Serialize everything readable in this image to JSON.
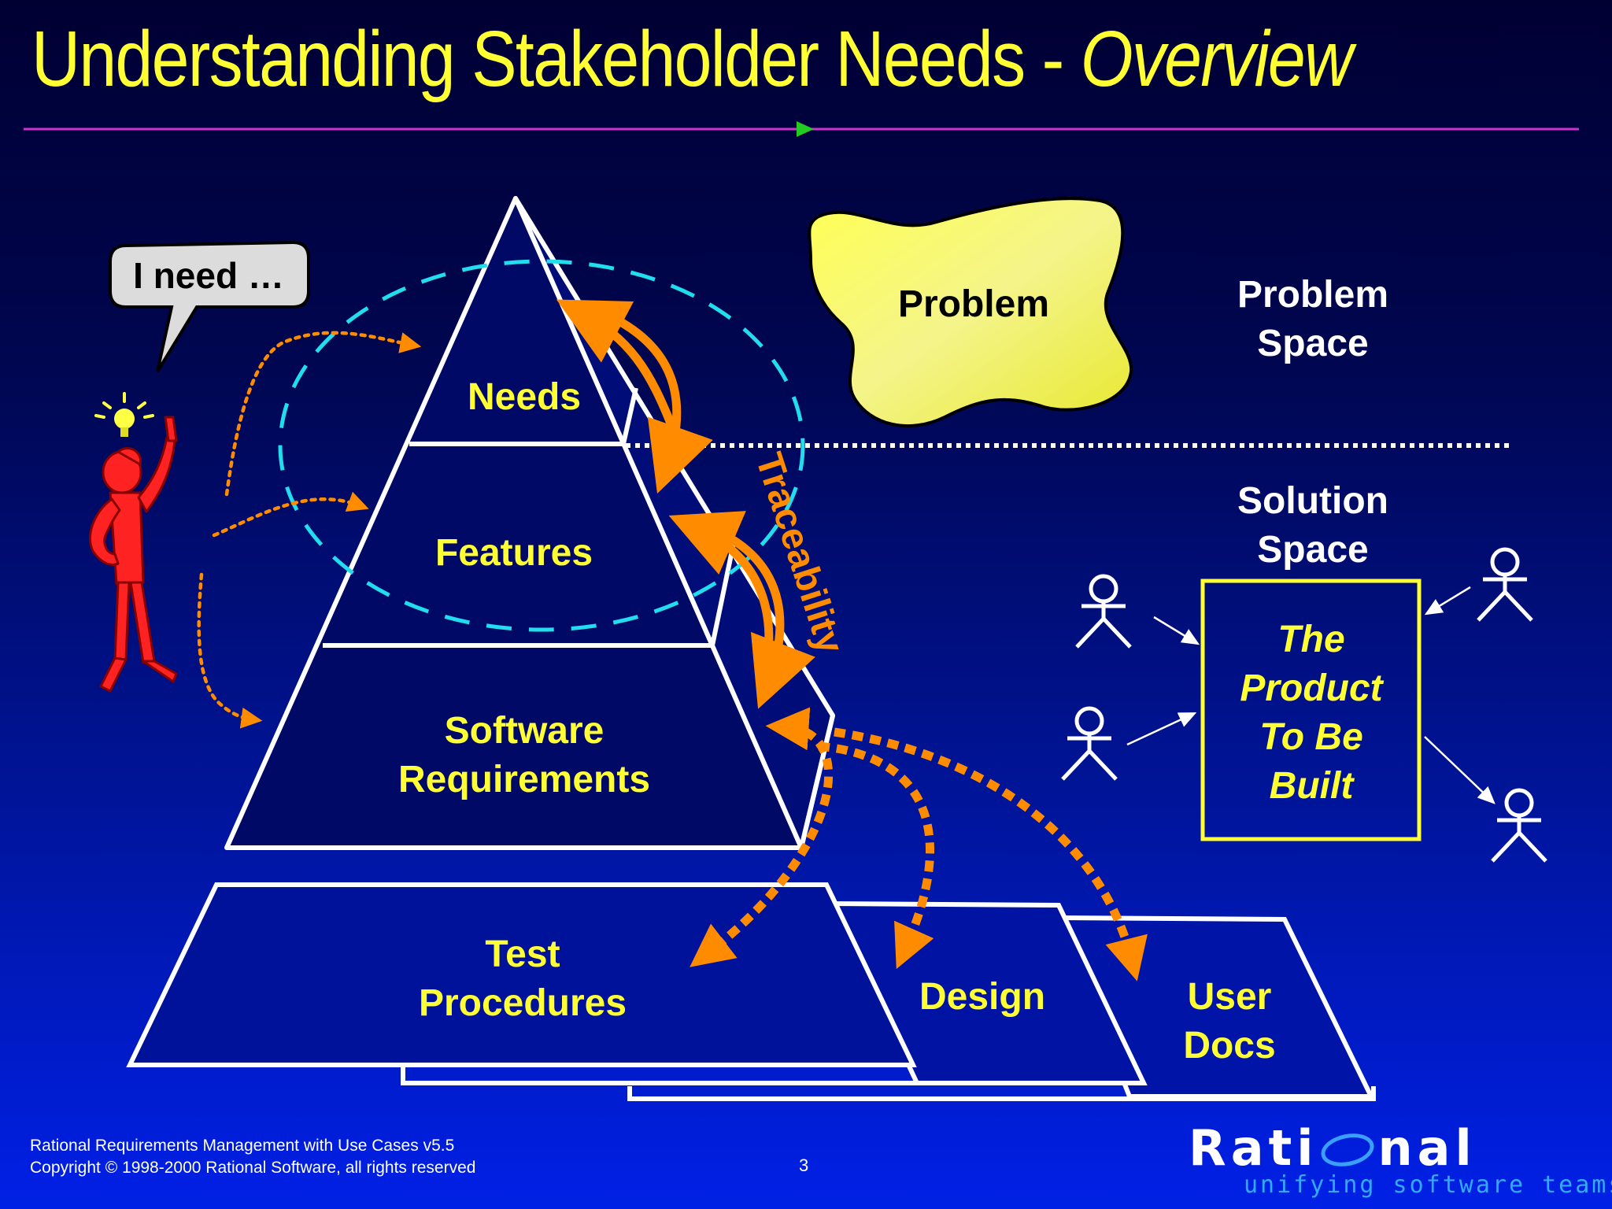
{
  "slide": {
    "title_main": "Understanding Stakeholder Needs - ",
    "title_italic": "Overview",
    "page_number": "3"
  },
  "speech_bubble": {
    "text": "I need …"
  },
  "pyramid": {
    "levels": [
      "Needs",
      "Features"
    ],
    "software_requirements": [
      "Software",
      "Requirements"
    ],
    "test_procedures": [
      "Test",
      "Procedures"
    ],
    "design": "Design",
    "user_docs": [
      "User",
      "Docs"
    ],
    "traceability": "Traceability"
  },
  "problem_blob": {
    "label": "Problem"
  },
  "spaces": {
    "problem": [
      "Problem",
      "Space"
    ],
    "solution": [
      "Solution",
      "Space"
    ]
  },
  "product_box": {
    "lines": [
      "The",
      "Product",
      "To Be",
      "Built"
    ]
  },
  "footer": {
    "course": "Rational Requirements Management with Use Cases v5.5",
    "copyright": "Copyright © 1998-2000 Rational Software, all rights reserved"
  },
  "logo": {
    "before": "Rati",
    "after": "nal",
    "tagline": "unifying software teams"
  },
  "colors": {
    "title": "#ffff33",
    "label": "#ffff33",
    "arrow": "#ff8c00",
    "dashed_ellipse": "#22ddee",
    "rule": "#cc33cc",
    "problem_blob": "#ffff44"
  }
}
